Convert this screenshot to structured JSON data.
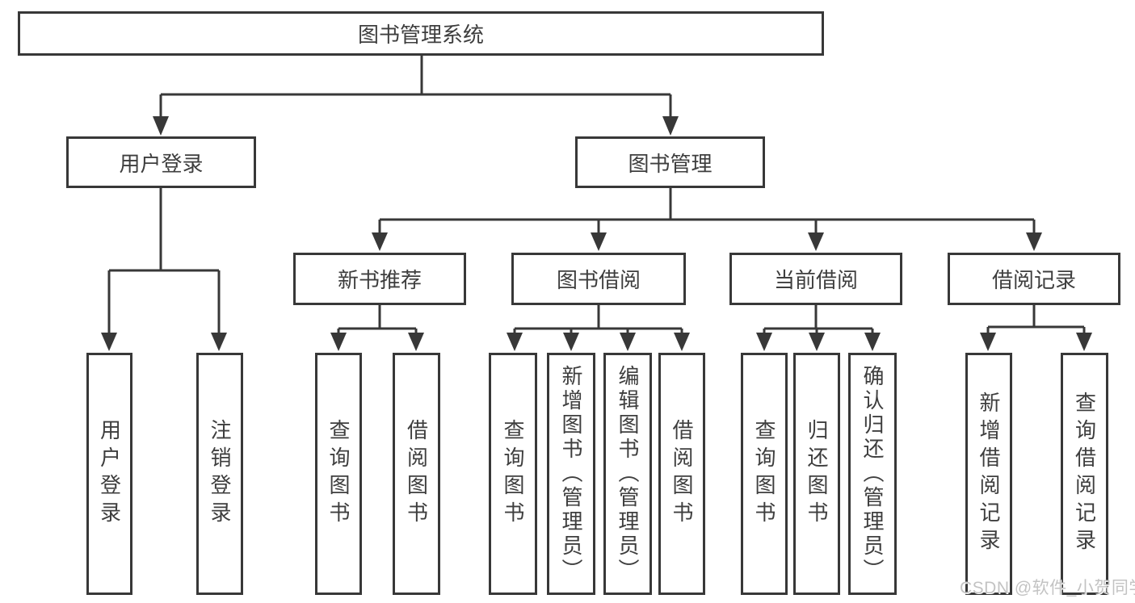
{
  "tree": {
    "root": {
      "label": "图书管理系统"
    },
    "login": {
      "label": "用户登录",
      "children": [
        {
          "label": "用户登录"
        },
        {
          "label": "注销登录"
        }
      ]
    },
    "mgmt": {
      "label": "图书管理",
      "branches": [
        {
          "label": "新书推荐",
          "children": [
            {
              "label": "查询图书"
            },
            {
              "label": "借阅图书"
            }
          ]
        },
        {
          "label": "图书借阅",
          "children": [
            {
              "label": "查询图书"
            },
            {
              "label": "新增图书（管理员）"
            },
            {
              "label": "编辑图书（管理员）"
            },
            {
              "label": "借阅图书"
            }
          ]
        },
        {
          "label": "当前借阅",
          "children": [
            {
              "label": "查询图书"
            },
            {
              "label": "归还图书"
            },
            {
              "label": "确认归还（管理员）"
            }
          ]
        },
        {
          "label": "借阅记录",
          "children": [
            {
              "label": "新增借阅记录"
            },
            {
              "label": "查询借阅记录"
            }
          ]
        }
      ]
    }
  },
  "watermark": {
    "text": "CSDN @软件_小贺同学"
  },
  "colors": {
    "line": "#383838",
    "text": "#3e3e3e",
    "watermark": "#c3c3c3",
    "background": "#ffffff"
  }
}
